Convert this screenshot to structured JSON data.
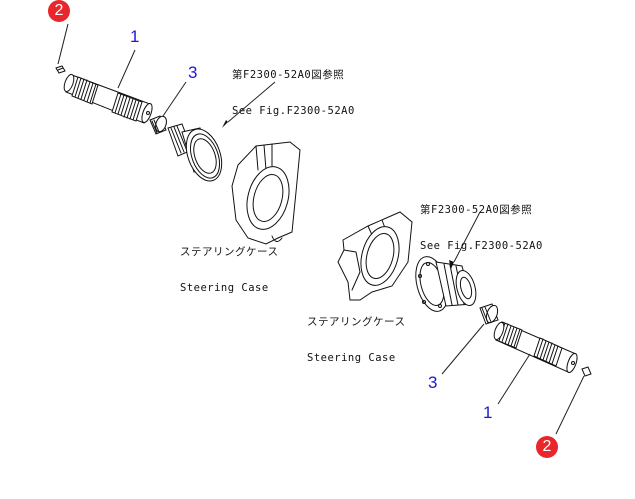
{
  "diagram": {
    "title": "Steering shaft assembly exploded view",
    "colors": {
      "callout_text": "#1a1adc",
      "badge_bg": "#e8262b",
      "badge_text": "#ffffff",
      "line_art": "#111111"
    },
    "callouts": {
      "upper": [
        {
          "id": "upper-shaft",
          "label": "1",
          "style": "plain"
        },
        {
          "id": "upper-pin",
          "label": "2",
          "style": "badge"
        },
        {
          "id": "upper-coupling",
          "label": "3",
          "style": "plain"
        }
      ],
      "lower": [
        {
          "id": "lower-coupling",
          "label": "3",
          "style": "plain"
        },
        {
          "id": "lower-shaft",
          "label": "1",
          "style": "plain"
        },
        {
          "id": "lower-pin",
          "label": "2",
          "style": "badge"
        }
      ]
    },
    "notes": {
      "upper_ref_jp": "第F2300-52A0図参照",
      "upper_ref_en": "See Fig.F2300-52A0",
      "lower_ref_jp": "第F2300-52A0図参照",
      "lower_ref_en": "See Fig.F2300-52A0",
      "upper_case_jp": "ステアリングケース",
      "upper_case_en": "Steering Case",
      "lower_case_jp": "ステアリングケース",
      "lower_case_en": "Steering Case"
    }
  }
}
